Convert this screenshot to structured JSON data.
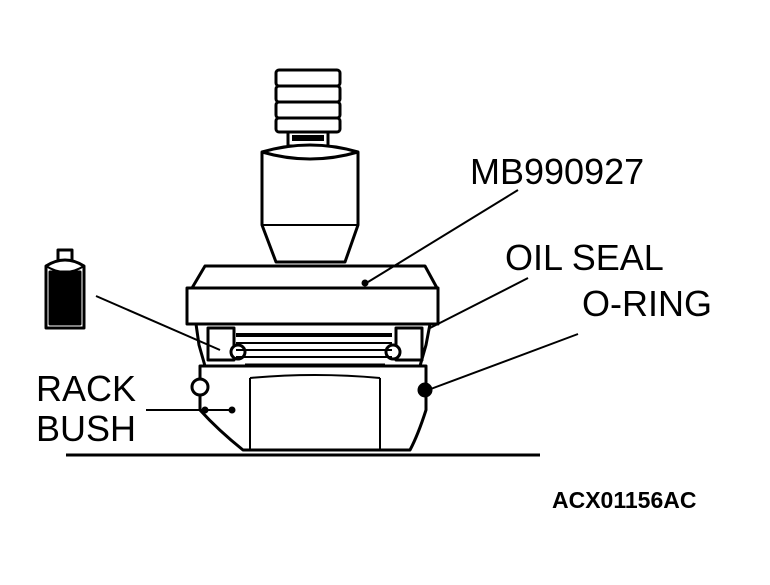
{
  "labels": {
    "tool": "MB990927",
    "oil_seal": "OIL SEAL",
    "o_ring": "O-RING",
    "rack_bush_line1": "RACK",
    "rack_bush_line2": "BUSH",
    "figure_code": "ACX01156AC"
  },
  "colors": {
    "ink": "#000000",
    "paper": "#ffffff"
  },
  "icons": {
    "oil_can": "oil-can-icon"
  }
}
